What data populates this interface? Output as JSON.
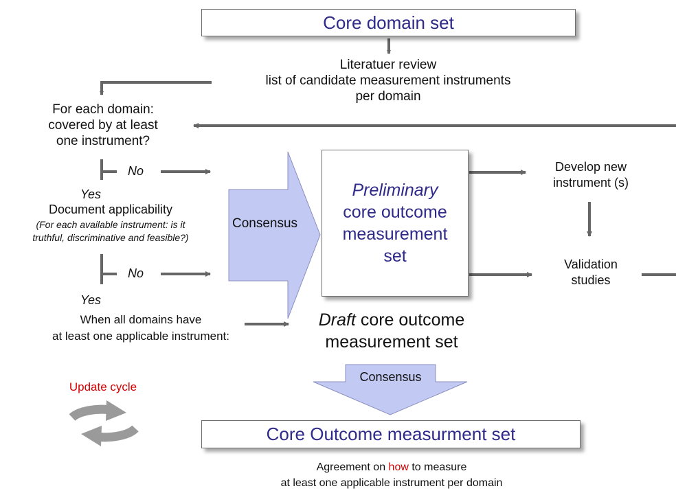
{
  "colors": {
    "title_text": "#2f2a8a",
    "arrow": "#666666",
    "consensus_fill": "#c2c9f2",
    "highlight": "#d40000"
  },
  "core_domain_set": "Core domain set",
  "literature_review": {
    "line1": "Literatuer review",
    "line2": "list of candidate measurement instruments",
    "line3": "per domain"
  },
  "for_each_domain": {
    "line1": "For each domain:",
    "line2": "covered by at least",
    "line3": "one instrument?"
  },
  "decision1": {
    "no": "No",
    "yes": "Yes"
  },
  "applicability": {
    "title": "Document applicability",
    "note_line1": "(For each available instrument: is it",
    "note_line2": "truthful, discriminative and feasible?)"
  },
  "decision2": {
    "no": "No",
    "yes": "Yes"
  },
  "all_domains": {
    "line1": "When all domains have",
    "line2": "at least one applicable instrument:"
  },
  "consensus_side": "Consensus",
  "preliminary": {
    "line1": "Preliminary",
    "line2": "core outcome",
    "line3": "measurement",
    "line4": "set"
  },
  "draft": {
    "word": "Draft",
    "rest": " core outcome",
    "line2": "measurement set"
  },
  "develop": {
    "line1": "Develop new",
    "line2": "instrument (s)"
  },
  "validation": {
    "line1": "Validation",
    "line2": "studies"
  },
  "consensus_bottom": "Consensus",
  "update_cycle": "Update cycle",
  "core_outcome_set": "Core Outcome measurment set",
  "agreement": {
    "before": "Agreement on ",
    "how": "how",
    "after": " to measure",
    "line2": "at least one applicable instrument per domain"
  }
}
